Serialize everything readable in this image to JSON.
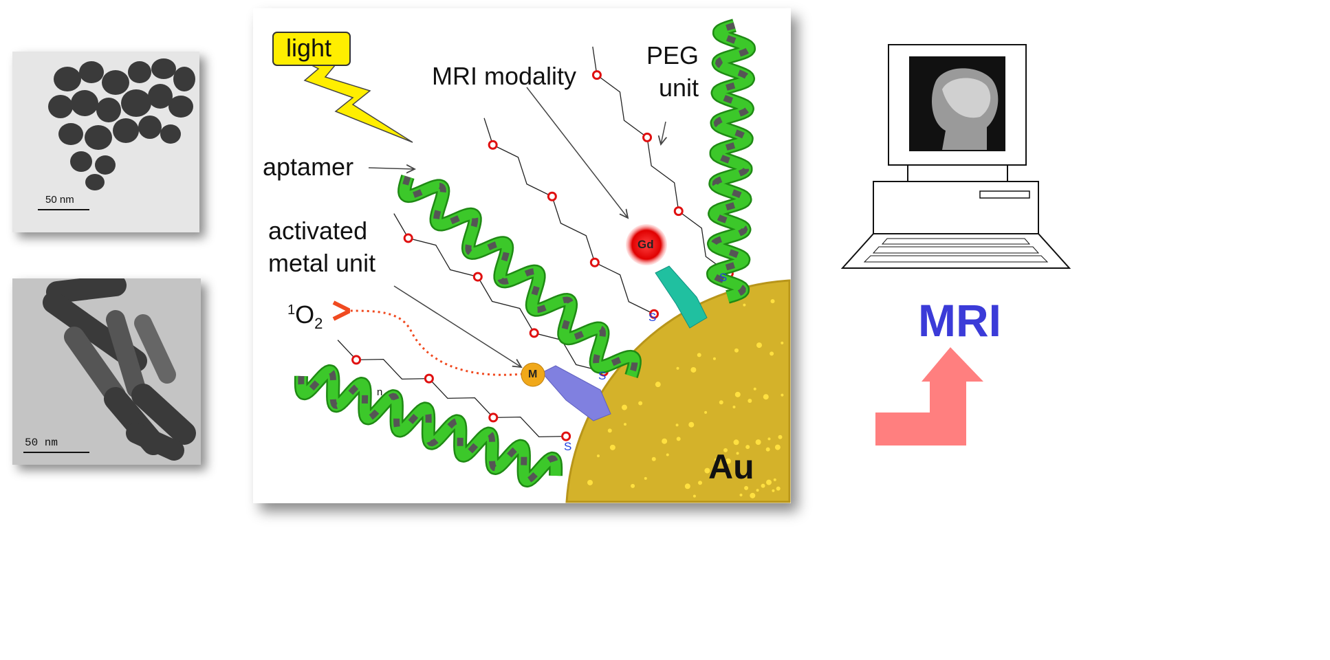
{
  "tem_images": [
    {
      "name": "nanospheres",
      "scale_label": "50 nm"
    },
    {
      "name": "nanorods",
      "scale_label": "50 nm"
    }
  ],
  "diagram": {
    "light_label": "light",
    "mri_modality_label": "MRI modality",
    "peg_label_line1": "PEG",
    "peg_label_line2": "unit",
    "aptamer_label": "aptamer",
    "activated_label_line1": "activated",
    "activated_label_line2": "metal unit",
    "singlet_oxygen_sup": "1",
    "singlet_oxygen_base": "O",
    "singlet_oxygen_sub": "2",
    "gold_label": "Au",
    "gd_label": "Gd",
    "metal_label": "M",
    "sulfur_label": "S",
    "repeat_label": "n"
  },
  "output": {
    "label": "MRI"
  },
  "colors": {
    "helix": "#3cc82a",
    "gold": "#d4b22a",
    "gd": "#e81010",
    "metal": "#f0a81a",
    "mri_text": "#3b3bd8",
    "arrow": "#ff7f7f",
    "peg_oxygen": "#e01010",
    "sulfur": "#2040e0"
  }
}
